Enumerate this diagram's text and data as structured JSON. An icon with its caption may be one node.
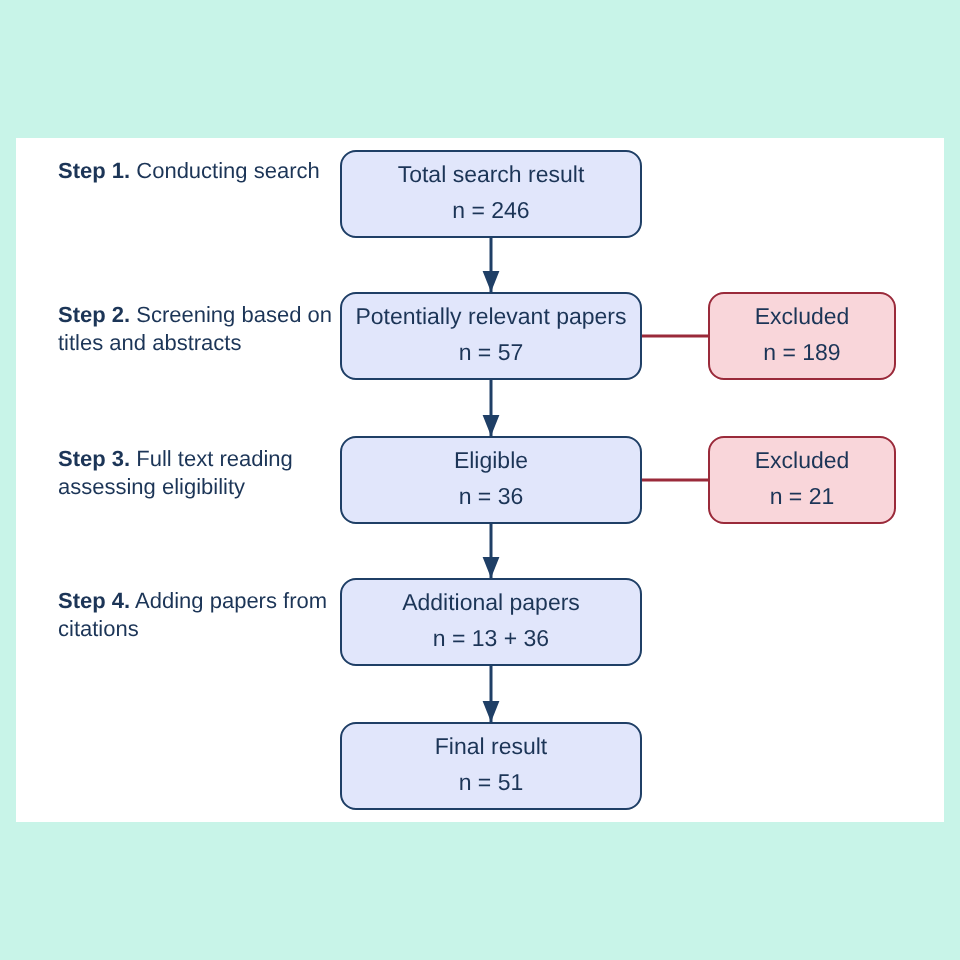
{
  "diagram": {
    "nodes": [
      {
        "text": [
          "Total search result",
          "n = 246"
        ]
      },
      {
        "text": [
          "Potentially relevant papers",
          "n = 57"
        ]
      },
      {
        "text": [
          "Excluded",
          "n = 189"
        ]
      },
      {
        "text": [
          "Eligible",
          "n = 36"
        ]
      },
      {
        "text": [
          "Excluded",
          "n = 21"
        ]
      },
      {
        "text": [
          "Additional papers",
          "n = 13 + 36"
        ]
      },
      {
        "text": [
          "Final result",
          "n = 51"
        ]
      }
    ],
    "edges": [
      {
        "from": 0,
        "to": 1,
        "arrow": "to"
      },
      {
        "from": 1,
        "to": 2,
        "arrow": "none",
        "color": "#9a2a3a"
      },
      {
        "from": 1,
        "to": 3,
        "arrow": "to"
      },
      {
        "from": 3,
        "to": 4,
        "arrow": "none",
        "color": "#9a2a3a"
      },
      {
        "from": 3,
        "to": 5,
        "arrow": "to"
      },
      {
        "from": 5,
        "to": 6,
        "arrow": "to"
      }
    ],
    "labels": [
      "**Step 1.** Conducting search",
      "**Step 2.** Screening based on titles and abstracts",
      "**Step 3.** Full text reading assessing eligibility",
      "**Step 4.** Adding papers from citations"
    ]
  }
}
